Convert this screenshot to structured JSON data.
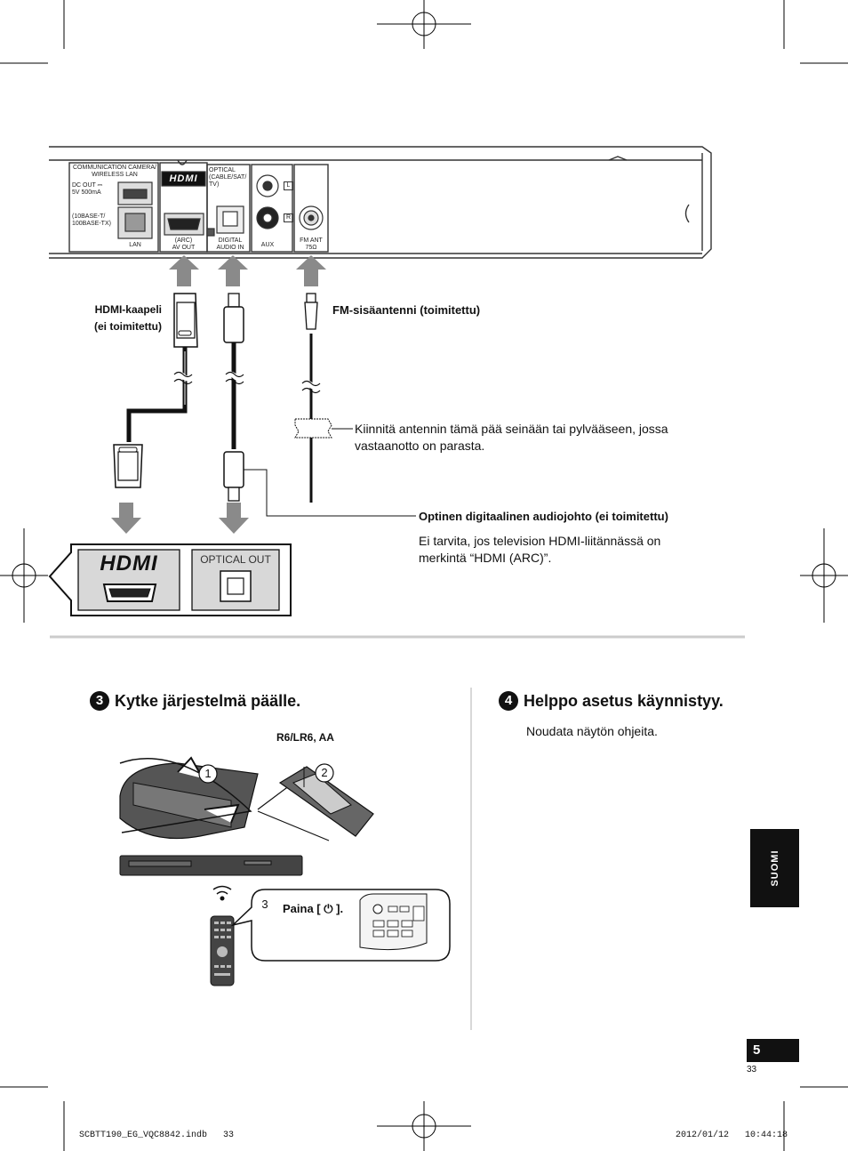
{
  "rear_panel": {
    "port_lan_top": "COMMUNICATION CAMERA/\nWIRELESS LAN",
    "port_dcout": "DC OUT ⎓\n5V 500mA",
    "port_base": "(10BASE-T/\n100BASE-TX)",
    "port_lan": "LAN",
    "hdmi_logo": "HDMI",
    "hdmi_port": "(ARC)\nAV OUT",
    "optical_top": "OPTICAL\n(CABLE/SAT/\nTV)",
    "optical_port": "DIGITAL\nAUDIO IN",
    "aux_l": "L",
    "aux_r": "R",
    "aux": "AUX",
    "fm_ant": "FM ANT\n75Ω"
  },
  "labels": {
    "hdmi_cable": "HDMI-kaapeli\n(ei toimitettu)",
    "fm_antenna": "FM-sisäantenni (toimitettu)",
    "antenna_note": "Kiinnitä antennin tämä pää seinään tai pylvääseen, jossa vastaanotto on parasta.",
    "optical_cable": "Optinen digitaalinen audiojohto (ei toimitettu)",
    "optical_note": "Ei tarvita, jos television HDMI-liitännässä on merkintä “HDMI (ARC)”.",
    "tv_hdmi": "HDMI",
    "tv_optical": "OPTICAL OUT"
  },
  "step3": {
    "num": "3",
    "title": "Kytke järjestelmä päälle.",
    "battery": "R6/LR6, AA",
    "circle1": "1",
    "circle2": "2",
    "circle3": "3",
    "press": "Paina [ ⏻ ]."
  },
  "step4": {
    "num": "4",
    "title": "Helppo asetus käynnistyy.",
    "note": "Noudata näytön ohjeita."
  },
  "side_tab": "SUOMI",
  "page_number": "5",
  "page_sub": "33",
  "footer": {
    "left": "SCBTT190_EG_VQC8842.indb   33",
    "right": "2012/01/12   10:44:18"
  },
  "colors": {
    "arrow_gray": "#8a8a8a",
    "black": "#111111"
  }
}
